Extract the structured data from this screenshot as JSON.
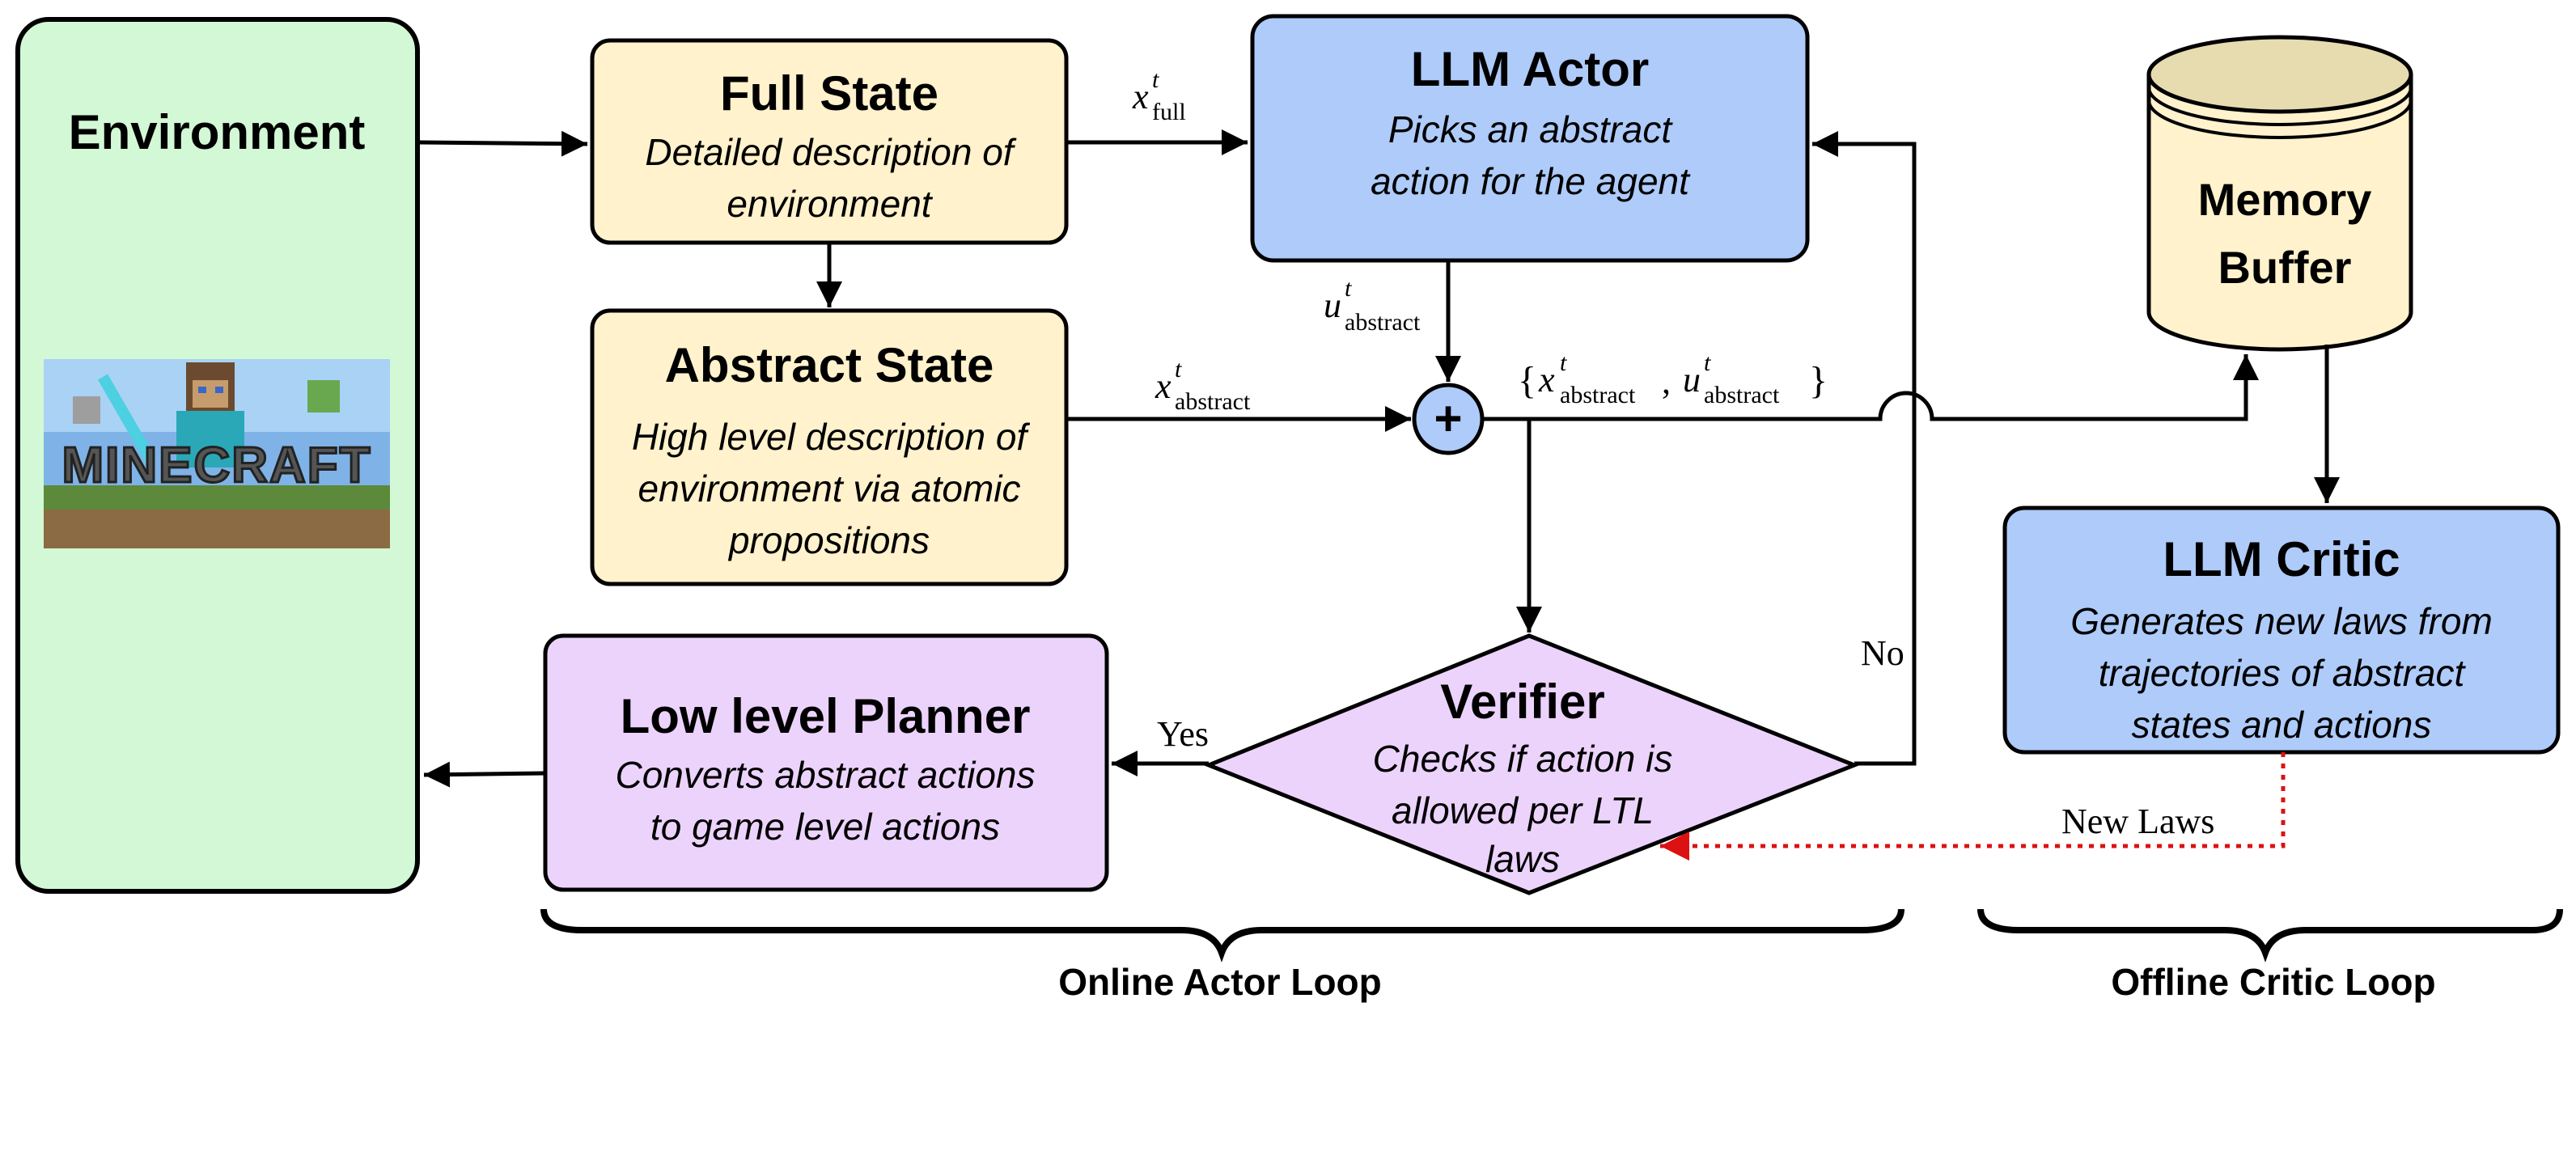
{
  "environment": {
    "title": "Environment",
    "logo_text": "MINECRAFT"
  },
  "full_state": {
    "title": "Full State",
    "desc": [
      "Detailed description of",
      "environment"
    ]
  },
  "abstract_state": {
    "title": "Abstract State",
    "desc": [
      "High level description of",
      "environment via atomic",
      "propositions"
    ]
  },
  "llm_actor": {
    "title": "LLM Actor",
    "desc": [
      "Picks an abstract",
      "action for the agent"
    ]
  },
  "memory_buffer": {
    "title": [
      "Memory",
      "Buffer"
    ]
  },
  "llm_critic": {
    "title": "LLM Critic",
    "desc": [
      "Generates new laws from",
      "trajectories of abstract",
      "states and actions"
    ]
  },
  "verifier": {
    "title": "Verifier",
    "desc": [
      "Checks if action is",
      "allowed per LTL",
      "laws"
    ]
  },
  "low_level_planner": {
    "title": "Low level Planner",
    "desc": [
      "Converts abstract actions",
      "to game level actions"
    ]
  },
  "combine_symbol": "+",
  "edges": {
    "x_full": {
      "var": "x",
      "sup": "t",
      "sub": "full"
    },
    "u_abstract": {
      "var": "u",
      "sup": "t",
      "sub": "abstract"
    },
    "x_abstract": {
      "var": "x",
      "sup": "t",
      "sub": "abstract"
    },
    "pair": {
      "open": "{",
      "var1": "x",
      "var2": "u",
      "sep": ",",
      "close": "}",
      "sup": "t",
      "sub": "abstract"
    },
    "yes": "Yes",
    "no": "No",
    "new_laws": "New Laws"
  },
  "loops": {
    "online": "Online Actor Loop",
    "offline": "Offline Critic Loop"
  },
  "colors": {
    "environment": "#d3f8d6",
    "state": "#fff2cc",
    "llm": "#aecbfa",
    "verifier": "#ecd3fc",
    "planner": "#ecd3fc",
    "memory": "#fff2cc",
    "new_laws_arrow": "#dd1111"
  }
}
